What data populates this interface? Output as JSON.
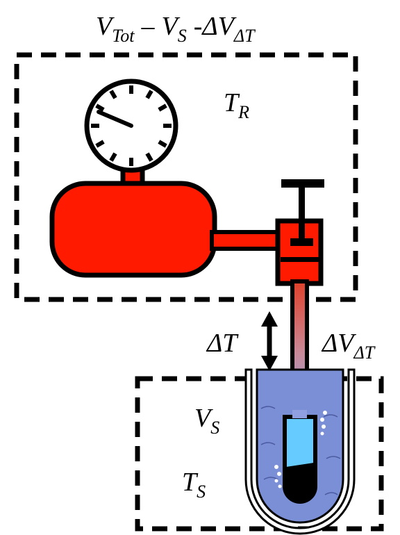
{
  "labels": {
    "top": {
      "v1": "V",
      "v1_sub": "Tot",
      "minus1": "–",
      "v2": "V",
      "v2_sub": "S",
      "minus2": "-",
      "delta": "ΔV",
      "delta_sub": "ΔT"
    },
    "temp_room": {
      "main": "T",
      "sub": "R"
    },
    "delta_t": "ΔT",
    "delta_v": {
      "main": "ΔV",
      "sub": "ΔT"
    },
    "sample_volume": {
      "main": "V",
      "sub": "S"
    },
    "sample_temp": {
      "main": "T",
      "sub": "S"
    }
  },
  "colors": {
    "reservoir": "#ff1a00",
    "outline": "#000000",
    "bath": "#7b8fd6",
    "sample_tube": "#66ccff",
    "sample": "#000000"
  }
}
